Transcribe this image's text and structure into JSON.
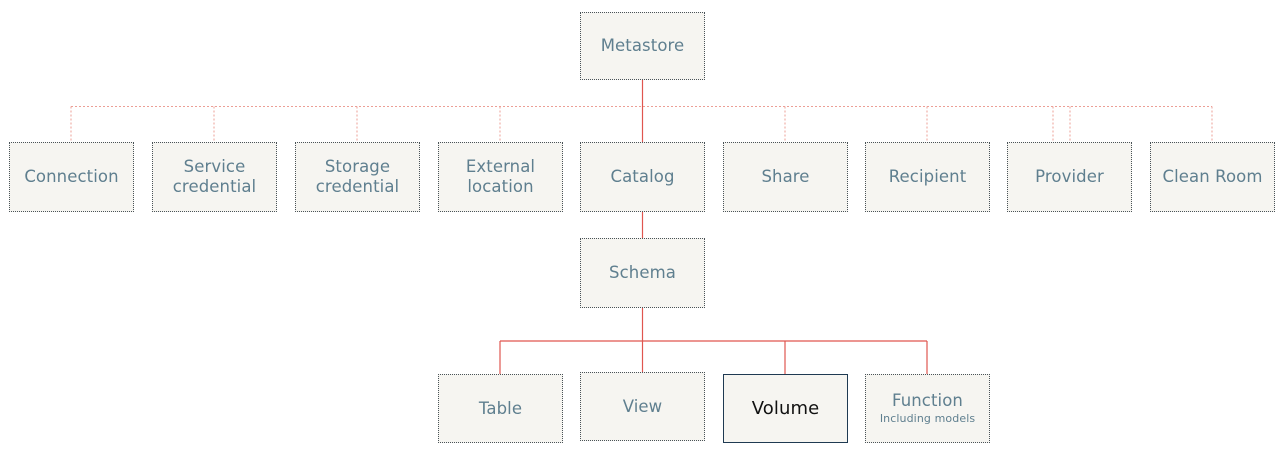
{
  "colors": {
    "node_fill": "#f6f5f1",
    "node_border": "#4a5358",
    "highlight_border": "#1f3a52",
    "text": "#5f7f8f",
    "highlight_text": "#111111",
    "connector": "#e0564f",
    "dotted_connector": "#ec9f96"
  },
  "nodes": {
    "metastore": {
      "label": "Metastore"
    },
    "connection": {
      "label": "Connection"
    },
    "service_credential": {
      "line1": "Service",
      "line2": "credential"
    },
    "storage_credential": {
      "line1": "Storage",
      "line2": "credential"
    },
    "external_location": {
      "line1": "External",
      "line2": "location"
    },
    "catalog": {
      "label": "Catalog"
    },
    "share": {
      "label": "Share"
    },
    "recipient": {
      "label": "Recipient"
    },
    "provider": {
      "label": "Provider"
    },
    "clean_room": {
      "label": "Clean Room"
    },
    "schema": {
      "label": "Schema"
    },
    "table": {
      "label": "Table"
    },
    "view": {
      "label": "View"
    },
    "volume": {
      "label": "Volume"
    },
    "function": {
      "label": "Function",
      "sublabel": "Including models"
    }
  }
}
